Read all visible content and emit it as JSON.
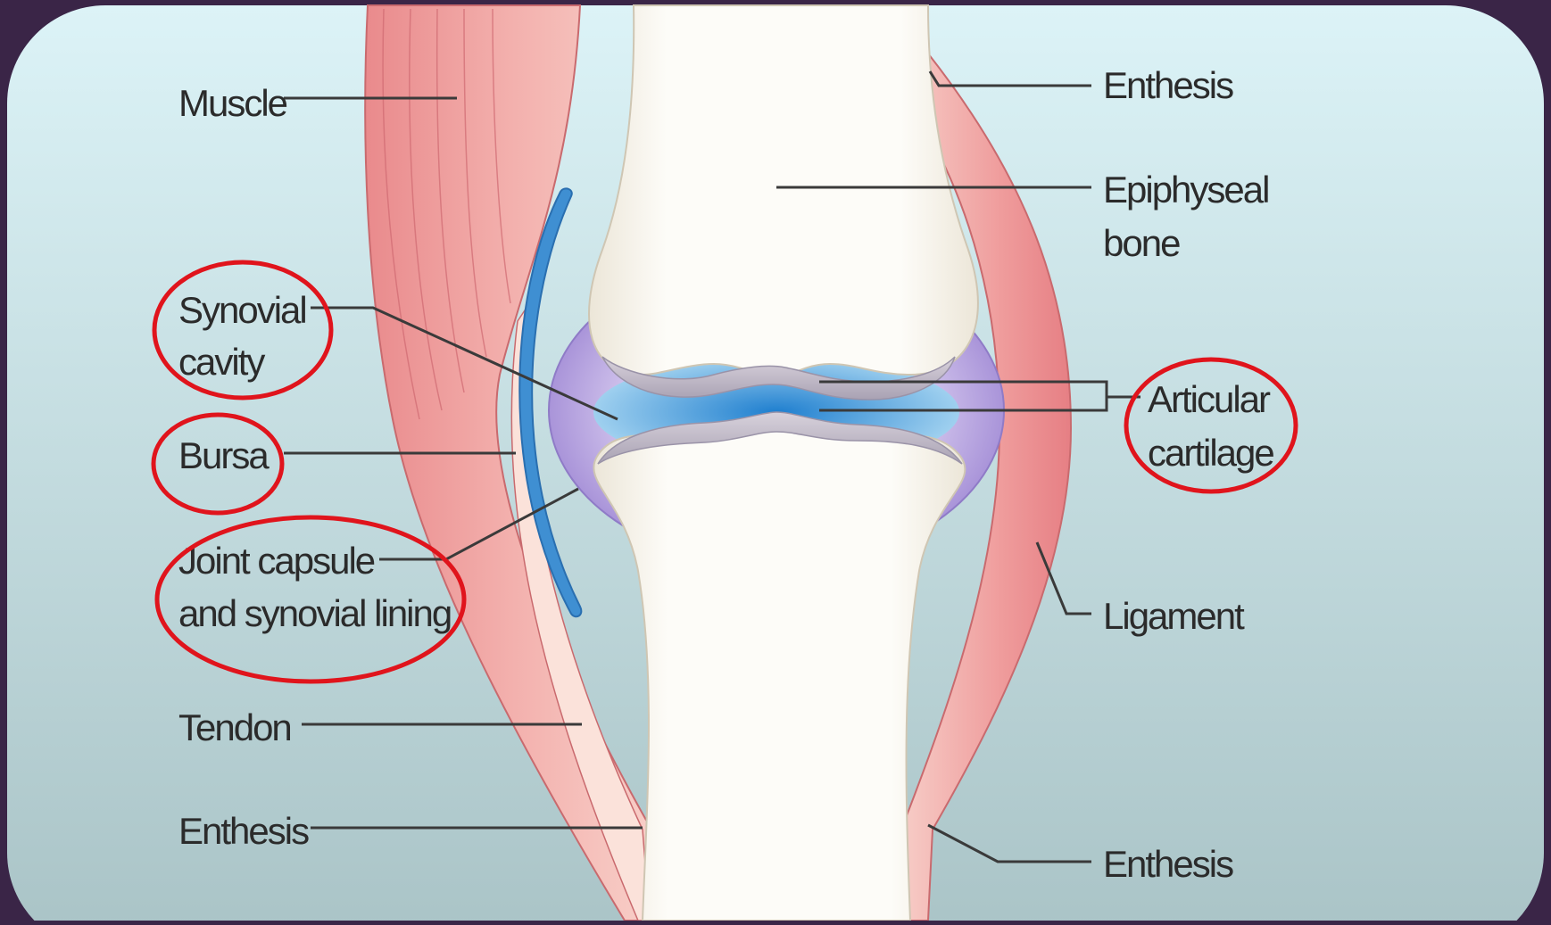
{
  "labels": {
    "muscle": "Muscle",
    "enthesis_top_right": "Enthesis",
    "epiphyseal_line1": "Epiphyseal",
    "epiphyseal_line2": "bone",
    "synovial_line1": "Synovial",
    "synovial_line2": "cavity",
    "articular_line1": "Articular",
    "articular_line2": "cartilage",
    "bursa": "Bursa",
    "capsule_line1": "Joint capsule",
    "capsule_line2": "and synovial lining",
    "ligament": "Ligament",
    "tendon": "Tendon",
    "enthesis_bottom_left": "Enthesis",
    "enthesis_bottom_right": "Enthesis"
  },
  "highlight_color": "#e0141c",
  "colors": {
    "frame": "#3a2547",
    "panel_top": "#dcf3f7",
    "panel_bottom": "#a9c3c6",
    "bone": "#fbf9f4",
    "muscle": "#ee9a9a",
    "cartilage": "#c4bccd",
    "synovial_fluid": "#2f8fd6",
    "capsule": "#b3a0dd",
    "bursa": "#3f8fd2",
    "leader_lines": "#3a3a3a"
  }
}
